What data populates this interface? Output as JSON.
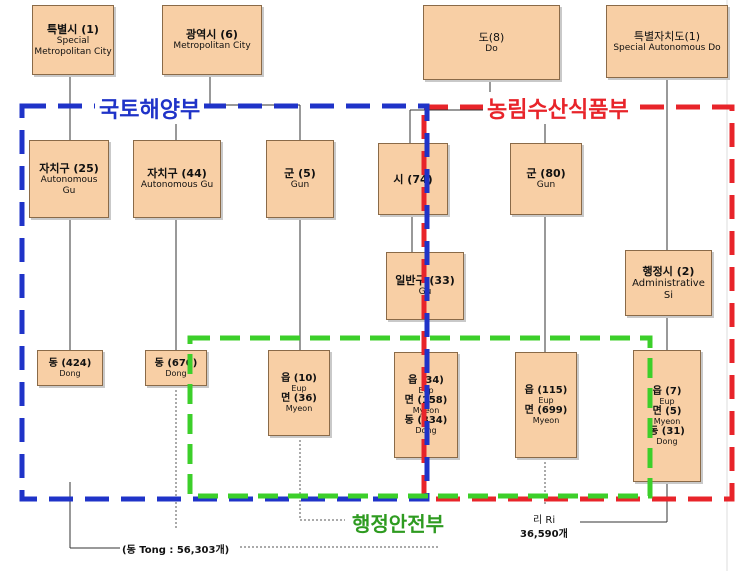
{
  "top": {
    "special_city": {
      "ko": "특별시 (1)",
      "en": "Special Metropolitan City"
    },
    "metro_city": {
      "ko": "광역시 (6)",
      "en": "Metropolitan City"
    },
    "do": {
      "ko": "도(8)",
      "en": "Do"
    },
    "special_do": {
      "ko": "특별자치도(1)",
      "en": "Special Autonomous Do"
    }
  },
  "mid": {
    "gu25": {
      "ko": "자치구 (25)",
      "en1": "Autonomous",
      "en2": "Gu"
    },
    "gu44": {
      "ko": "자치구 (44)",
      "en": "Autonomous Gu"
    },
    "gun5": {
      "ko": "군 (5)",
      "en": "Gun"
    },
    "si74": {
      "ko": "시 (74)"
    },
    "gun80": {
      "ko": "군 (80)",
      "en": "Gun"
    },
    "ilban_gu": {
      "ko": "일반구 (33)",
      "en": "Gu"
    },
    "admin_si": {
      "ko": "행정시 (2)",
      "en1": "Administrative",
      "en2": "Si"
    }
  },
  "bottom": {
    "dong424": {
      "ko": "동 (424)",
      "en": "Dong"
    },
    "dong670": {
      "ko": "동 (670)",
      "en": "Dong"
    },
    "eup10": {
      "ko1": "읍 (10)",
      "en1": "Eup",
      "ko2": "면 (36)",
      "en2": "Myeon"
    },
    "eup34": {
      "ko1": "읍 (34)",
      "en1": "Eup",
      "ko2": "면 (158)",
      "en2": "Myeon",
      "ko3": "동 (334)",
      "en3": "Dong"
    },
    "eup115": {
      "ko1": "읍 (115)",
      "en1": "Eup",
      "ko2": "면 (699)",
      "en2": "Myeon"
    },
    "eup7": {
      "ko1": "읍 (7)",
      "en1": "Eup",
      "ko2": "면 (5)",
      "en2": "Myeon",
      "ko3": "동 (31)",
      "en3": "Dong"
    }
  },
  "groups": {
    "land": "국토해양부",
    "agri": "농림수산식품부",
    "safety": "행정안전부"
  },
  "summary": {
    "tong": "(동 Tong : 56,303개)",
    "ri_label": "리 Ri",
    "ri_count": "36,590개"
  },
  "colors": {
    "box_fill": "#f8cfa5",
    "land_ministry": "#1f33c8",
    "agri_ministry": "#e8242a",
    "safety_ministry": "#3ccf2a"
  }
}
